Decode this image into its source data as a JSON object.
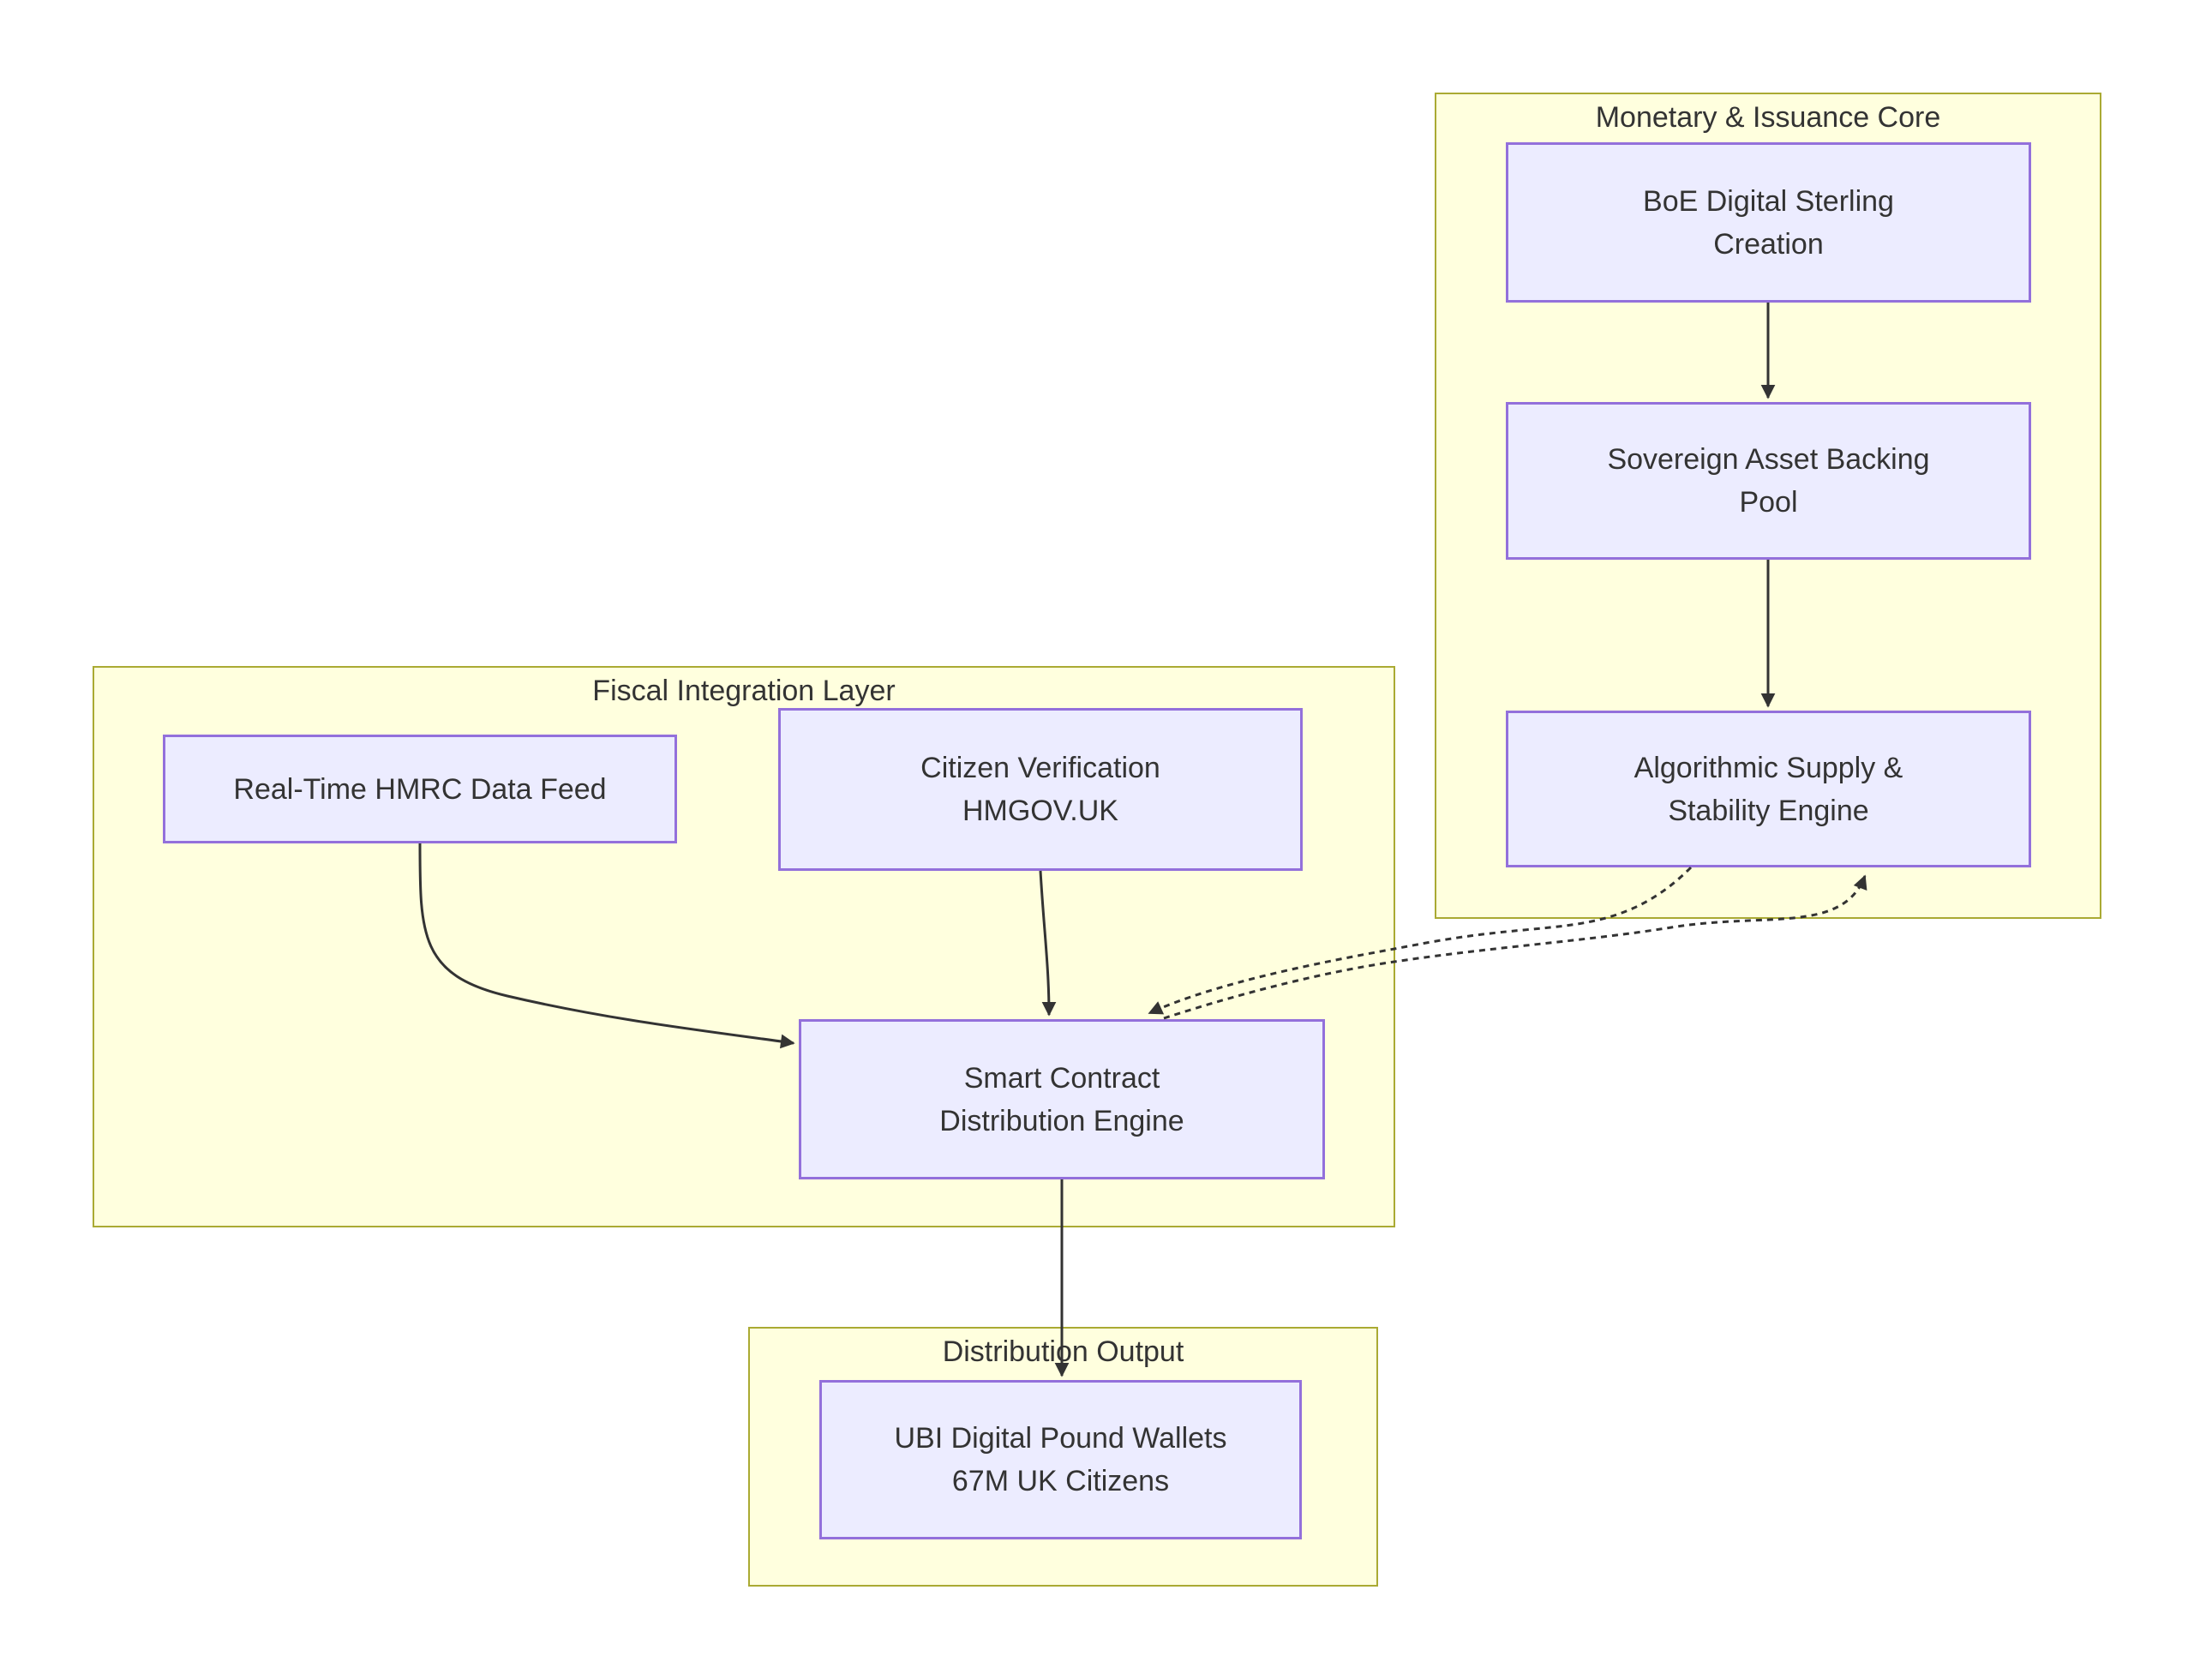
{
  "diagram": {
    "type": "flowchart",
    "subgraphs": {
      "monetary": {
        "title": "Monetary & Issuance Core"
      },
      "fiscal": {
        "title": "Fiscal Integration Layer"
      },
      "output": {
        "title": "Distribution Output"
      }
    },
    "nodes": {
      "boe": {
        "lines": [
          "BoE Digital Sterling",
          "Creation"
        ]
      },
      "sovereign": {
        "lines": [
          "Sovereign Asset Backing",
          "Pool"
        ]
      },
      "algo": {
        "lines": [
          "Algorithmic Supply &",
          "Stability Engine"
        ]
      },
      "hmrc": {
        "lines": [
          "Real-Time HMRC Data Feed"
        ]
      },
      "citizen": {
        "lines": [
          "Citizen Verification",
          "HMGOV.UK"
        ]
      },
      "smart": {
        "lines": [
          "Smart Contract",
          "Distribution Engine"
        ]
      },
      "ubi": {
        "lines": [
          "UBI Digital Pound Wallets",
          "67M UK Citizens"
        ]
      }
    },
    "edges": [
      {
        "from": "boe",
        "to": "sovereign",
        "style": "solid"
      },
      {
        "from": "sovereign",
        "to": "algo",
        "style": "solid"
      },
      {
        "from": "hmrc",
        "to": "smart",
        "style": "solid"
      },
      {
        "from": "citizen",
        "to": "smart",
        "style": "solid"
      },
      {
        "from": "smart",
        "to": "ubi",
        "style": "solid"
      },
      {
        "from": "algo",
        "to": "smart",
        "style": "dotted"
      },
      {
        "from": "smart",
        "to": "algo",
        "style": "dotted"
      }
    ],
    "colors": {
      "background": "#ffffff",
      "cluster_fill": "#ffffde",
      "cluster_border": "#aaaa33",
      "node_fill": "#ececff",
      "node_border": "#9370db",
      "edge_color": "#333333",
      "text_color": "#333333"
    }
  }
}
